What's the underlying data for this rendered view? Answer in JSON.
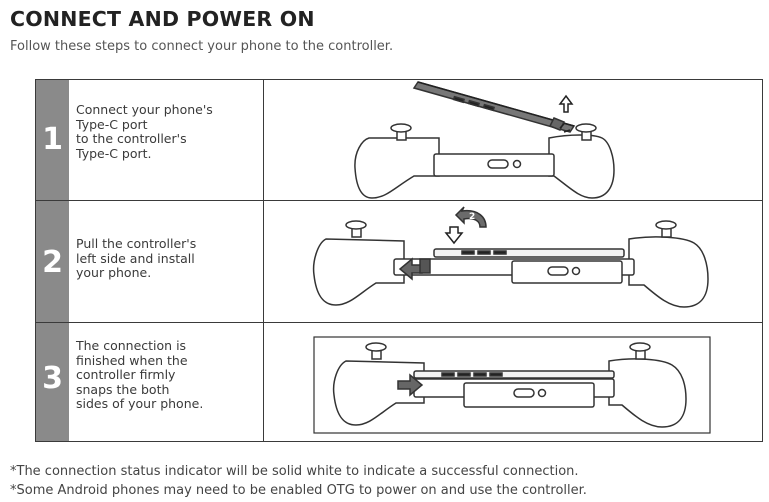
{
  "header": {
    "title": "CONNECT AND POWER ON",
    "subtitle": "Follow these steps to connect your phone to the controller."
  },
  "steps": [
    {
      "number": "1",
      "lines": [
        "Connect your phone's",
        "Type-C port",
        "to the controller's",
        "Type-C port."
      ],
      "badge": ""
    },
    {
      "number": "2",
      "lines": [
        "Pull the controller's",
        "left side and install",
        "your phone."
      ],
      "badge": "2"
    },
    {
      "number": "3",
      "lines": [
        "The connection is",
        "finished when the",
        "controller firmly",
        "snaps the both",
        "sides of your phone."
      ],
      "badge": ""
    }
  ],
  "notes": [
    "*The connection status indicator will be solid white to indicate a successful connection.",
    "*Some Android phones may need to be enabled OTG to power on and use the controller."
  ]
}
